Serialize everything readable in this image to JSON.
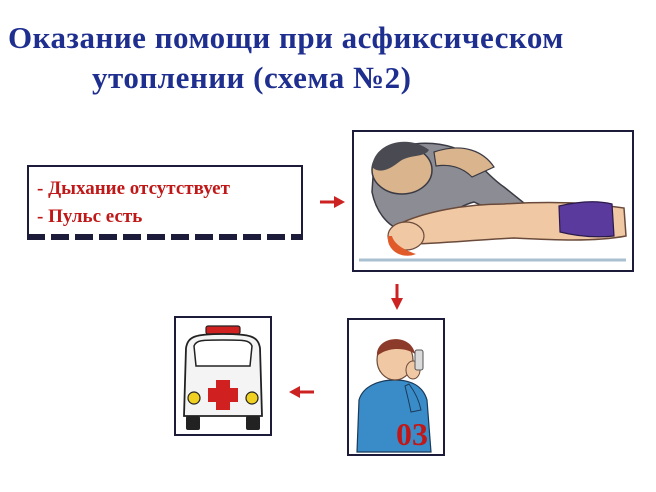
{
  "title": {
    "line1": "Оказание помощи при асфиксическом",
    "line2": "утоплении (схема №2)"
  },
  "condition": {
    "line1": "- Дыхание отсутствует",
    "line2": "- Пульс есть"
  },
  "call": {
    "number": "03"
  },
  "colors": {
    "title": "#1f2f8f",
    "text_red": "#c01818",
    "arrow": "#cc2222",
    "frame": "#1c1c3a"
  }
}
